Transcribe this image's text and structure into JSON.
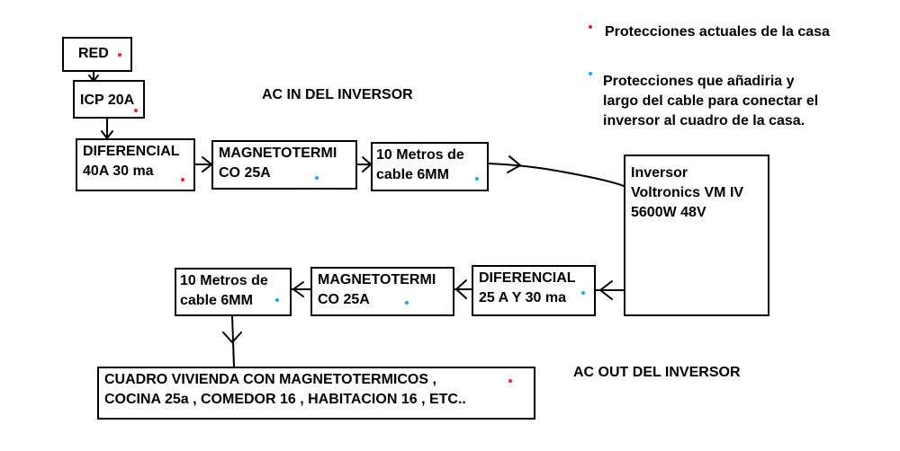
{
  "legend": {
    "existing": "Protecciones actuales de la casa",
    "added_lines": [
      "Protecciones que añadiria y",
      "largo del cable para conectar el",
      "inversor al cuadro de la casa."
    ],
    "existing_color": "#e8202a",
    "added_color": "#1ea7e8"
  },
  "labels": {
    "ac_in": "AC IN DEL INVERSOR",
    "ac_out": "AC OUT DEL INVERSOR"
  },
  "input_chain": {
    "red": "RED",
    "icp": "ICP 20A",
    "diferencial": [
      "DIFERENCIAL",
      "40A 30 ma"
    ],
    "magneto": [
      "MAGNETOTERMI",
      "CO 25A"
    ],
    "cable": [
      "10 Metros de",
      "cable 6MM"
    ]
  },
  "inverter": [
    "Inversor",
    "Voltronics VM IV",
    "5600W 48V"
  ],
  "output_chain": {
    "diferencial": [
      "DIFERENCIAL",
      "25 A Y 30 ma"
    ],
    "magneto": [
      "MAGNETOTERMI",
      "CO 25A"
    ],
    "cable": [
      "10 Metros de",
      "cable 6MM"
    ]
  },
  "house_panel": [
    "CUADRO VIVIENDA CON MAGNETOTERMICOS ,",
    "COCINA 25a , COMEDOR 16 , HABITACION 16 , ETC.."
  ]
}
